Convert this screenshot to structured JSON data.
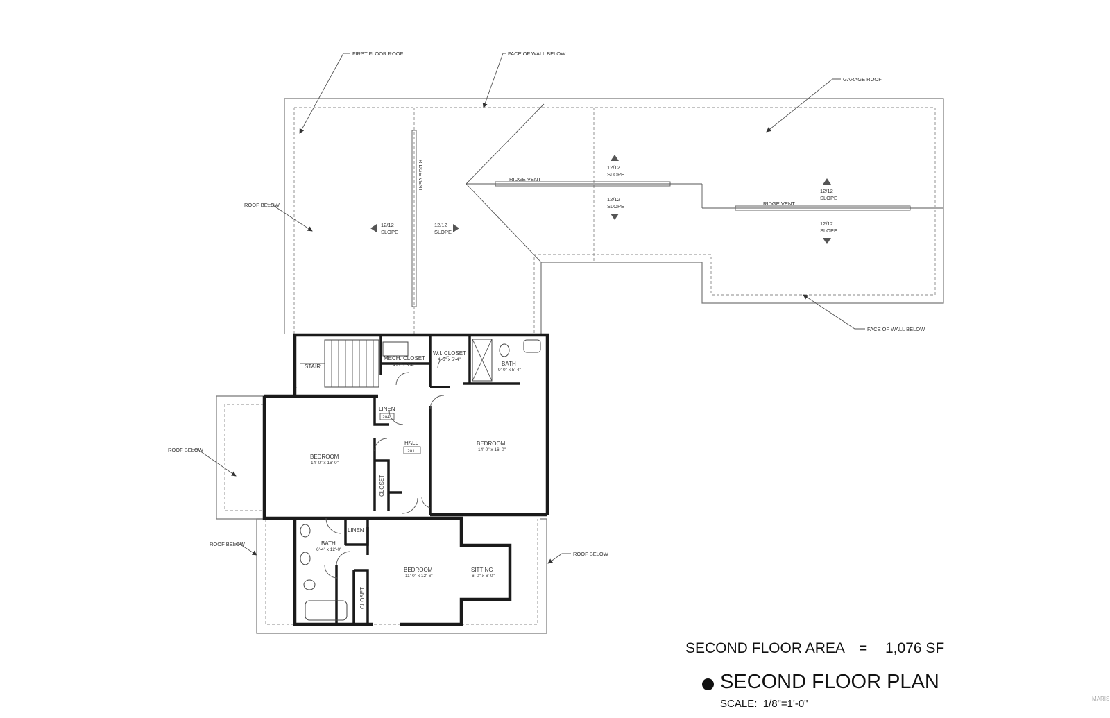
{
  "roof": {
    "first_floor_roof": "FIRST FLOOR ROOF",
    "face_of_wall_below": "FACE OF WALL BELOW",
    "garage_roof": "GARAGE ROOF",
    "ridge_vent": "RIDGE VENT",
    "roof_below": "ROOF BELOW",
    "slope_pitch": "12/12",
    "slope_word": "SLOPE"
  },
  "rooms": {
    "stair": "STAIR",
    "mech_closet": "MECH. CLOSET",
    "mech_closet_dim": "4'-6\" x 3'-4\"",
    "wi_closet": "W.I. CLOSET",
    "wi_closet_dim": "4'-6\" x 5'-4\"",
    "master_bath": "BATH",
    "master_bath_dim": "9'-0\" x 5'-4\"",
    "linen_204": "LINEN",
    "linen_204_num": "204",
    "hall": "HALL",
    "hall_num": "201",
    "bedroom_east": "BEDROOM",
    "bedroom_east_dim": "14'-0\" x 16'-0\"",
    "bedroom_west": "BEDROOM",
    "bedroom_west_dim": "14'-0\" x 16'-0\"",
    "closet_west": "CLOSET",
    "linen_south": "LINEN",
    "bath_south": "BATH",
    "bath_south_dim": "6'-4\" x 12'-0\"",
    "bedroom_south": "BEDROOM",
    "bedroom_south_dim": "11'-0\" x 12'-6\"",
    "sitting": "SITTING",
    "sitting_dim": "6'-0\" x 6'-0\"",
    "closet_south": "CLOSET"
  },
  "footer": {
    "area_label": "SECOND FLOOR AREA",
    "equals": "=",
    "area_value": "1,076 SF",
    "plan_title": "SECOND FLOOR PLAN",
    "scale": "SCALE:  1/8\"=1'-0\""
  },
  "watermark": "MARIS"
}
